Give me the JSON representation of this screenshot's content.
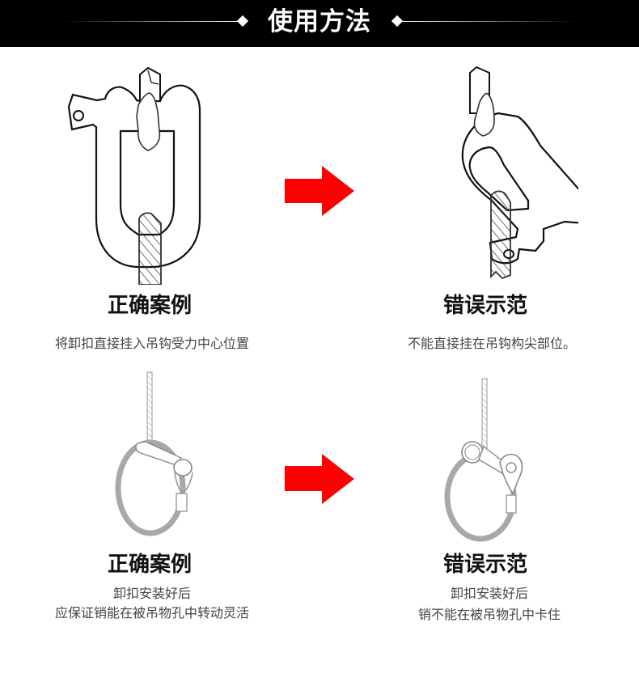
{
  "header": {
    "title": "使用方法",
    "background": "#000000",
    "text_color": "#ffffff"
  },
  "arrow_color": "#ff0000",
  "sections": [
    {
      "examples": [
        {
          "type": "correct",
          "title": "正确案例",
          "description_lines": [
            "将卸扣直接挂入吊钩受力中心位置"
          ],
          "illustration": "shackle-centered-on-hook"
        },
        {
          "type": "wrong",
          "title": "错误示范",
          "description_lines": [
            "不能直接挂在吊钩构尖部位。"
          ],
          "illustration": "shackle-on-hook-tip"
        }
      ]
    },
    {
      "examples": [
        {
          "type": "correct",
          "title": "正确案例",
          "description_lines": [
            "卸扣安装好后",
            "应保证销能在被吊物孔中转动灵活"
          ],
          "illustration": "pin-rotating-in-eye"
        },
        {
          "type": "wrong",
          "title": "错误示范",
          "description_lines": [
            "卸扣安装好后",
            "销不能在被吊物孔中卡住"
          ],
          "illustration": "pin-jammed-in-eye"
        }
      ]
    }
  ]
}
